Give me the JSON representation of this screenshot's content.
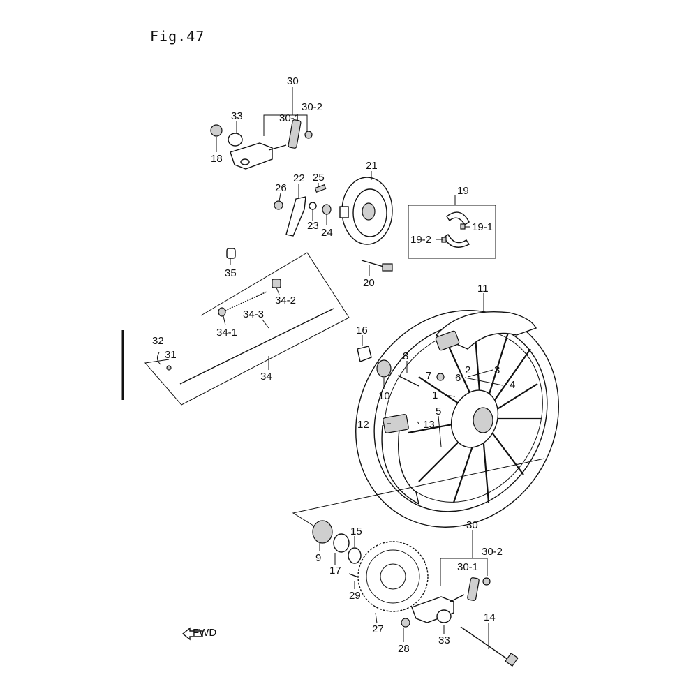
{
  "figure": {
    "title": "Fig.47"
  },
  "labels": [
    {
      "id": "l30a",
      "text": "30"
    },
    {
      "id": "l30-2a",
      "text": "30-2"
    },
    {
      "id": "l30-1a",
      "text": "30-1"
    },
    {
      "id": "l33a",
      "text": "33"
    },
    {
      "id": "l18",
      "text": "18"
    },
    {
      "id": "l21",
      "text": "21"
    },
    {
      "id": "l22",
      "text": "22"
    },
    {
      "id": "l25",
      "text": "25"
    },
    {
      "id": "l26",
      "text": "26"
    },
    {
      "id": "l23",
      "text": "23"
    },
    {
      "id": "l24",
      "text": "24"
    },
    {
      "id": "l19",
      "text": "19"
    },
    {
      "id": "l19-1",
      "text": "19-1"
    },
    {
      "id": "l19-2",
      "text": "19-2"
    },
    {
      "id": "l35",
      "text": "35"
    },
    {
      "id": "l20",
      "text": "20"
    },
    {
      "id": "l34-2",
      "text": "34-2"
    },
    {
      "id": "l34-3",
      "text": "34-3"
    },
    {
      "id": "l34-1",
      "text": "34-1"
    },
    {
      "id": "l32",
      "text": "32"
    },
    {
      "id": "l31",
      "text": "31"
    },
    {
      "id": "l34",
      "text": "34"
    },
    {
      "id": "l11",
      "text": "11"
    },
    {
      "id": "l16",
      "text": "16"
    },
    {
      "id": "l8",
      "text": "8"
    },
    {
      "id": "l2",
      "text": "2"
    },
    {
      "id": "l3",
      "text": "3"
    },
    {
      "id": "l7",
      "text": "7"
    },
    {
      "id": "l6",
      "text": "6"
    },
    {
      "id": "l4",
      "text": "4"
    },
    {
      "id": "l1",
      "text": "1"
    },
    {
      "id": "l10",
      "text": "10"
    },
    {
      "id": "l5",
      "text": "5"
    },
    {
      "id": "l12",
      "text": "12"
    },
    {
      "id": "l13",
      "text": "13"
    },
    {
      "id": "l9",
      "text": "9"
    },
    {
      "id": "l15",
      "text": "15"
    },
    {
      "id": "l17",
      "text": "17"
    },
    {
      "id": "l29",
      "text": "29"
    },
    {
      "id": "l30b",
      "text": "30"
    },
    {
      "id": "l30-2b",
      "text": "30-2"
    },
    {
      "id": "l30-1b",
      "text": "30-1"
    },
    {
      "id": "l14",
      "text": "14"
    },
    {
      "id": "l27",
      "text": "27"
    },
    {
      "id": "l33b",
      "text": "33"
    },
    {
      "id": "l28",
      "text": "28"
    }
  ],
  "fwd_badge": "FWD"
}
